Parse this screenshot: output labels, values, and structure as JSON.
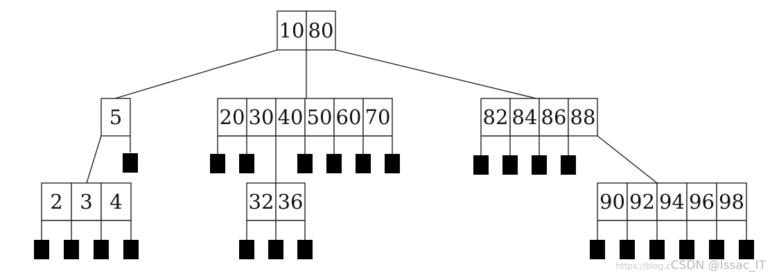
{
  "tree": {
    "root": [
      "10",
      "80"
    ],
    "level1": {
      "left": [
        "5"
      ],
      "middle": [
        "20",
        "30",
        "40",
        "50",
        "60",
        "70"
      ],
      "right": [
        "82",
        "84",
        "86",
        "88"
      ]
    },
    "level2": {
      "under_5": [
        "2",
        "3",
        "4"
      ],
      "under_30_40": [
        "32",
        "36"
      ],
      "under_88": [
        "90",
        "92",
        "94",
        "96",
        "98"
      ]
    }
  },
  "watermark": {
    "url": "https://blog.c",
    "text": "CSDN @Issac_IT"
  }
}
